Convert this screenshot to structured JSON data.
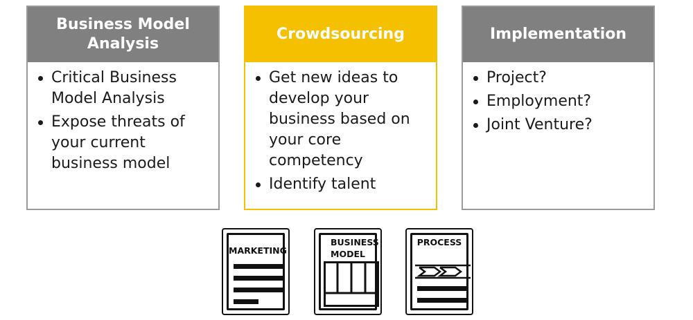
{
  "cards": [
    {
      "title": "Business Model Analysis",
      "bullets": [
        "Critical Business Model Analysis",
        "Expose threats of your current business model"
      ]
    },
    {
      "title": "Crowdsourcing",
      "bullets": [
        "Get new ideas to develop your business based on your core competency",
        "Identify talent"
      ]
    },
    {
      "title": "Implementation",
      "bullets": [
        "Project?",
        "Employment?",
        "Joint Venture?"
      ]
    }
  ],
  "documents": {
    "marketing": "MARKETING",
    "business_model": "BUSINESS MODEL",
    "process": "PROCESS"
  },
  "colors": {
    "gray": "#808080",
    "gold": "#f5c000"
  }
}
